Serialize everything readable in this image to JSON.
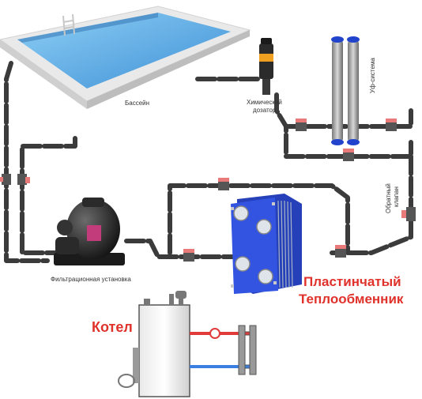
{
  "labels": {
    "pool": "Бассейн",
    "chem_doser_line1": "Химический",
    "chem_doser_line2": "дозатор",
    "uv_system": "Уф-система",
    "check_valve_line1": "Обратный",
    "check_valve_line2": "клапан",
    "filtration": "Фильтрационная установка",
    "heat_exchanger_line1": "Пластинчатый",
    "heat_exchanger_line2": "Теплообменник",
    "boiler": "Котел"
  },
  "colors": {
    "pipe": "#3b3b3b",
    "pipe_gap": "#ffffff",
    "valve_handle": "#e87a7a",
    "exchanger_blue": "#2f4fd6",
    "pool_water": "#5aa9e6",
    "accent_red": "#e0322b"
  }
}
